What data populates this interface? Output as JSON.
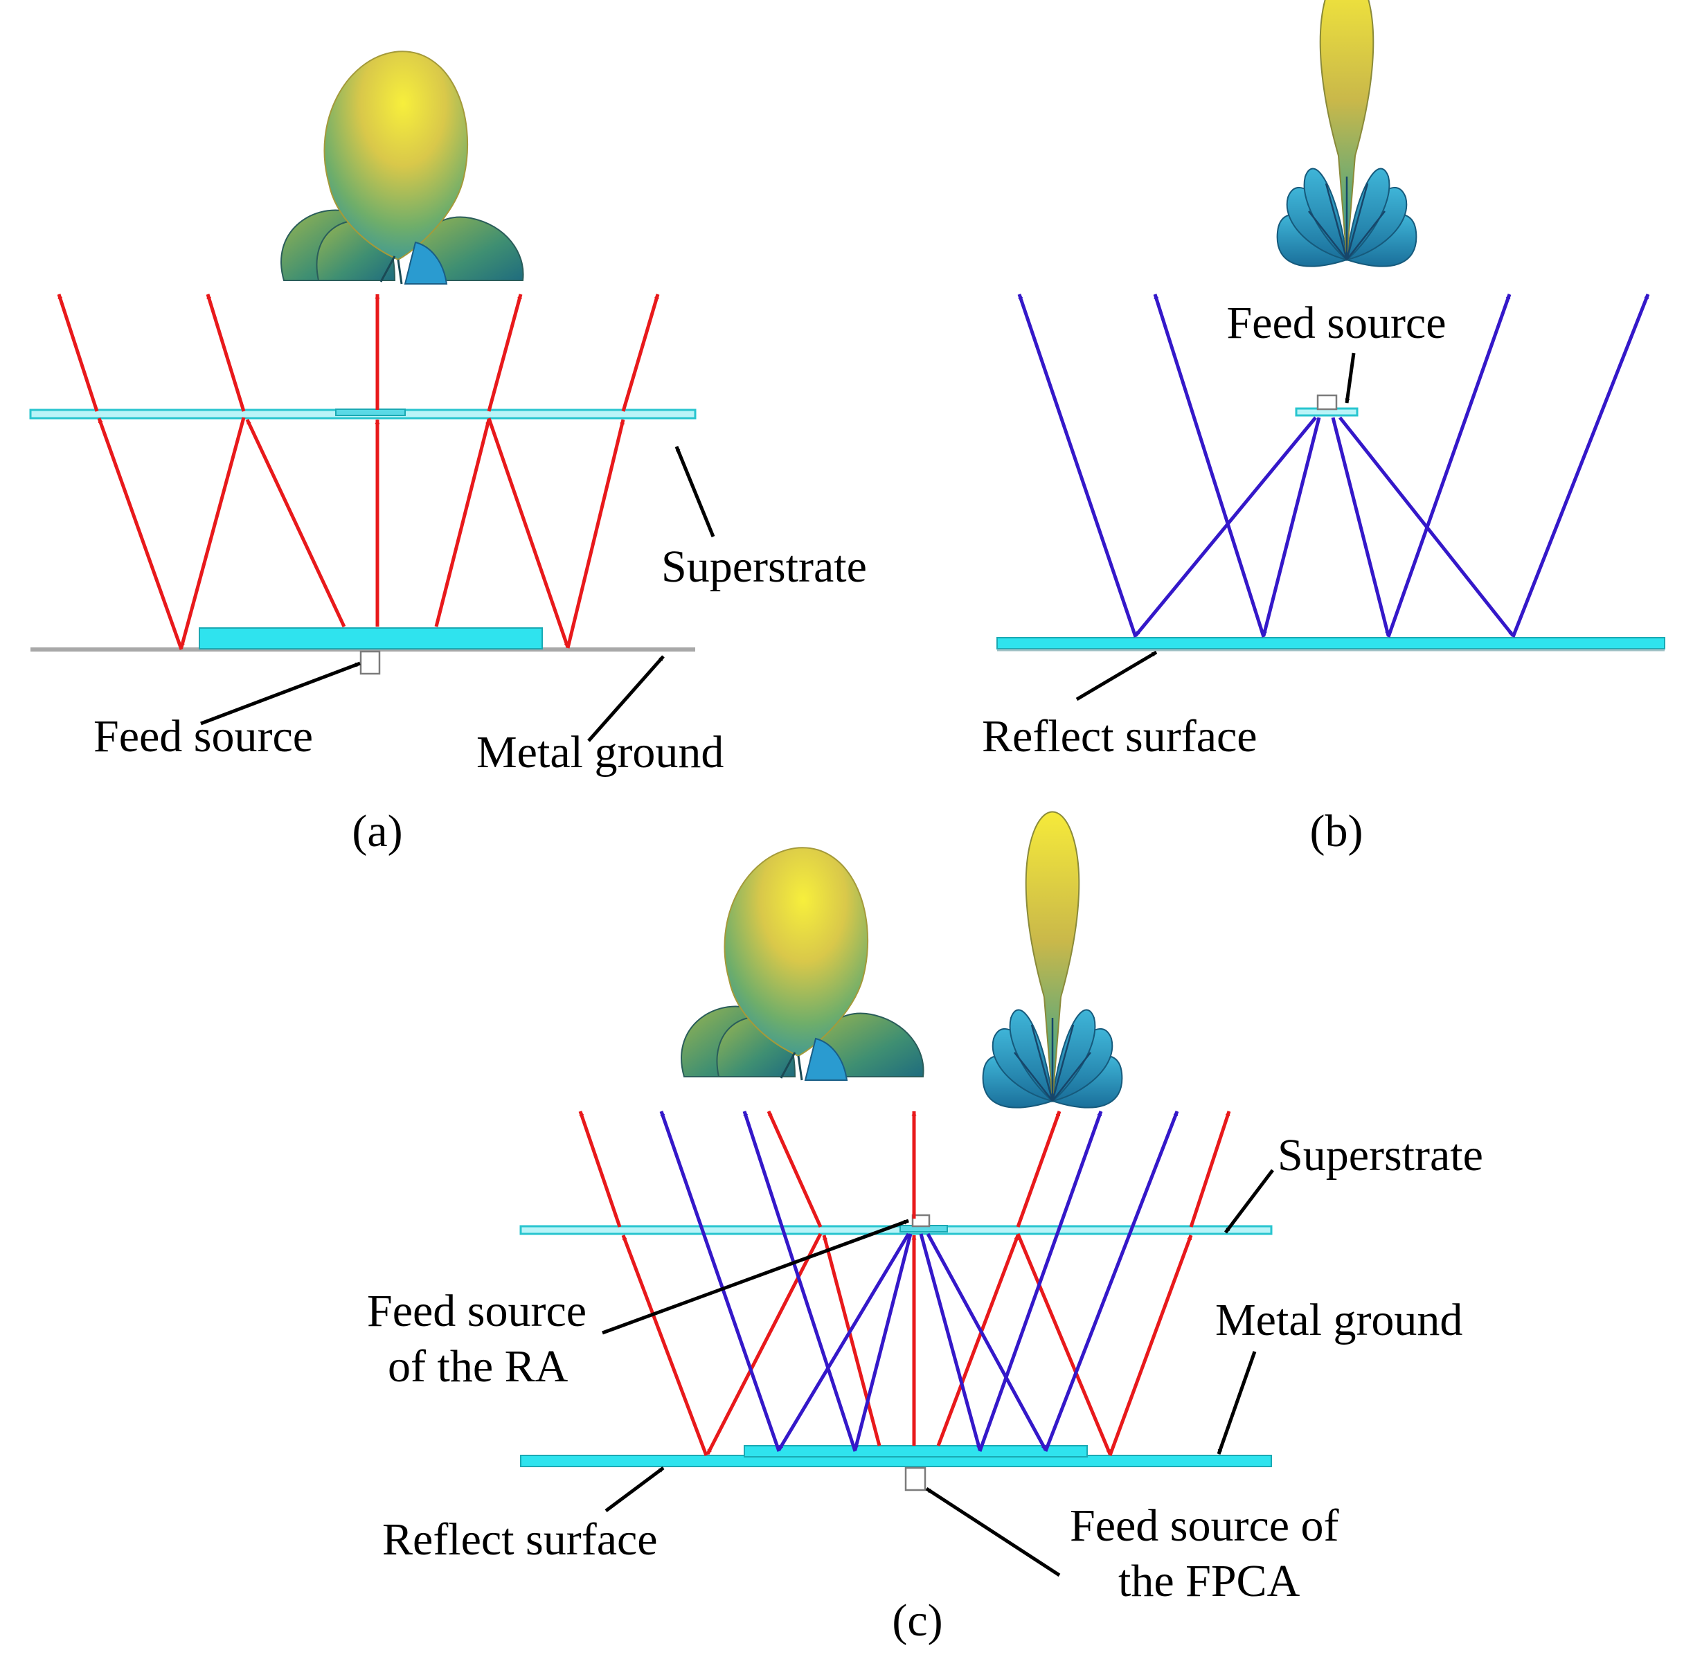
{
  "panel_a": {
    "caption": "(a)",
    "superstrate_label": "Superstrate",
    "feed_label": "Feed source",
    "ground_label": "Metal ground"
  },
  "panel_b": {
    "caption": "(b)",
    "feed_label": "Feed source",
    "reflect_label": "Reflect surface"
  },
  "panel_c": {
    "caption": "(c)",
    "superstrate_label": "Superstrate",
    "ground_label": "Metal ground",
    "ra_feed_label_line1": "Feed source",
    "ra_feed_label_line2": "of the RA",
    "reflect_label": "Reflect surface",
    "fpca_feed_label_line1": "Feed source of",
    "fpca_feed_label_line2": "the FPCA"
  },
  "colors": {
    "fpca_rays": "#e8191b",
    "ra_rays": "#3418c9",
    "surface": "#2fe3ee",
    "pattern_yellow": "#f4e63a",
    "pattern_teal": "#2a9db8"
  },
  "icons": [
    "radiation-pattern-broad",
    "radiation-pattern-narrow",
    "arrow"
  ]
}
